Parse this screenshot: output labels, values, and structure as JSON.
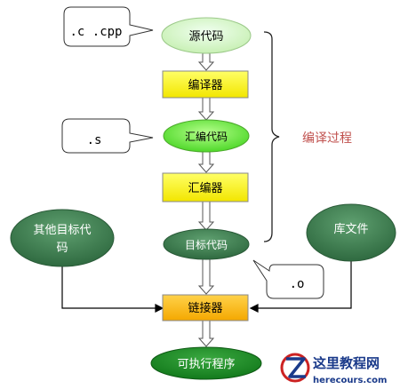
{
  "nodes": {
    "source_code": "源代码",
    "compiler": "编译器",
    "assembly_code": "汇编代码",
    "assembler": "汇编器",
    "object_code": "目标代码",
    "other_object_line1": "其他目标代",
    "other_object_line2": "码",
    "library": "库文件",
    "linker": "链接器",
    "executable": "可执行程序"
  },
  "callouts": {
    "source_ext": ".c .cpp",
    "asm_ext": ".s",
    "obj_ext": ".o"
  },
  "brace_label": "编译过程",
  "watermark": {
    "title": "这里教程网",
    "url": "herecours.com"
  },
  "colors": {
    "pale_green": "#c8f0b4",
    "bright_green": "#5fe23a",
    "dark_green": "#3a7a4c",
    "yellow": "#ffff00",
    "orange": "#ffc000",
    "red_text": "#c0504d",
    "watermark_blue": "#1a3a8a"
  }
}
